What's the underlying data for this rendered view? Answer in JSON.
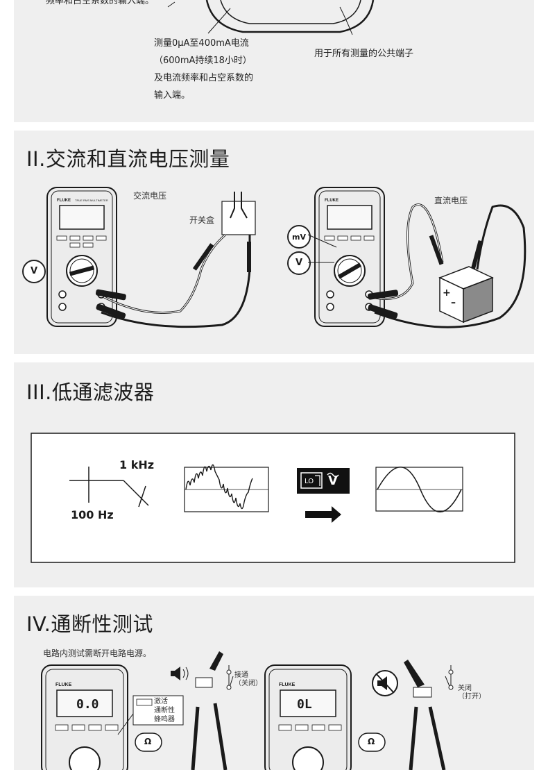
{
  "section1": {
    "top_partial": "频率和占空系数的输入端。",
    "current_input": [
      "测量0μA至400mA电流",
      "（600mA持续18小时）",
      "及电流频率和占空系数的",
      "输入端。"
    ],
    "common_terminal": "用于所有测量的公共端子"
  },
  "section2": {
    "title": "II.交流和直流电压测量",
    "ac_label": "交流电压",
    "switch_box": "开关盒",
    "dc_label": "直流电压",
    "badge_ac": "V",
    "badge_mv": "mV",
    "badge_dc": "V"
  },
  "section3": {
    "title": "III.低通滤波器",
    "freq_high": "1 kHz",
    "freq_low": "100 Hz",
    "lo_label": "LO",
    "lo_v": "V"
  },
  "section4": {
    "title": "IV.通断性测试",
    "note": "电路内测试需断开电路电源。",
    "closed_label": "接通",
    "closed_sub": "（关闭）",
    "open_label": "关闭",
    "open_sub": "（打开）",
    "beeper_lines": [
      "激活",
      "通断性",
      "蜂鸣器"
    ],
    "lcd_left": "0.0",
    "lcd_right": "0L",
    "ohm_badge": "Ω"
  },
  "meter": {
    "brand": "FLUKE",
    "model": "TRUE RMS MULTIMETER"
  }
}
